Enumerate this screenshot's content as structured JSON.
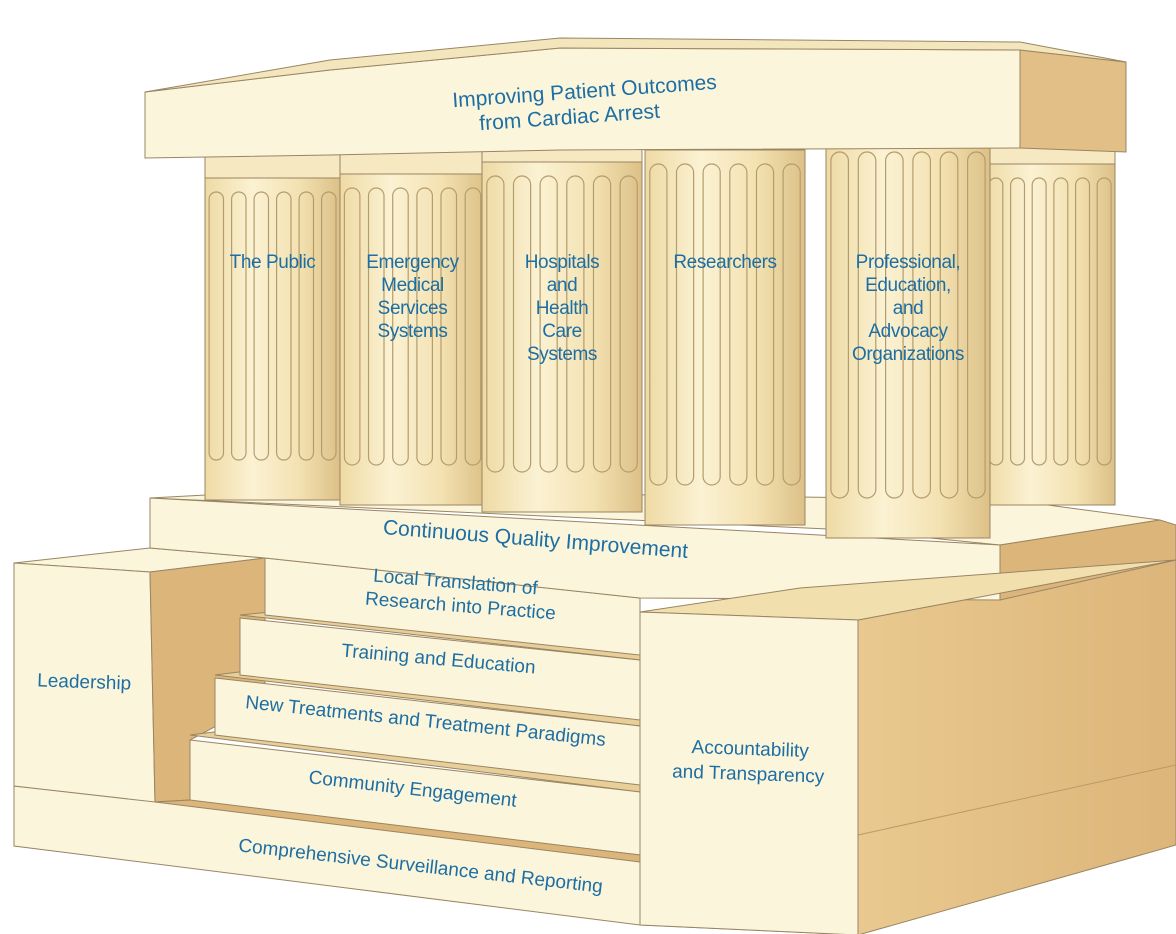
{
  "roof": {
    "line1": "Improving Patient Outcomes",
    "line2": "from Cardiac Arrest"
  },
  "columns": [
    {
      "lines": [
        "The Public"
      ]
    },
    {
      "lines": [
        "Emergency",
        "Medical",
        "Services",
        "Systems"
      ]
    },
    {
      "lines": [
        "Hospitals",
        "and",
        "Health",
        "Care",
        "Systems"
      ]
    },
    {
      "lines": [
        "Researchers"
      ]
    },
    {
      "lines": [
        "Professional,",
        "Education,",
        "and",
        "Advocacy",
        "Organizations"
      ]
    }
  ],
  "platform": "Continuous Quality Improvement",
  "steps": [
    {
      "lines": [
        "Local Translation of",
        "Research into Practice"
      ]
    },
    {
      "lines": [
        "Training and Education"
      ]
    },
    {
      "lines": [
        "New Treatments and Treatment Paradigms"
      ]
    },
    {
      "lines": [
        "Community Engagement"
      ]
    }
  ],
  "left_block": "Leadership",
  "right_block": {
    "line1": "Accountability",
    "line2": "and Transparency"
  },
  "base": "Comprehensive Surveillance and Reporting",
  "colors": {
    "text": "#1d6fa3",
    "face_light": "#fbf5dc",
    "face_side": "#e6c48c",
    "face_dark": "#d8b278",
    "column": "#f3e2b2",
    "outline": "#8c7a5a"
  }
}
